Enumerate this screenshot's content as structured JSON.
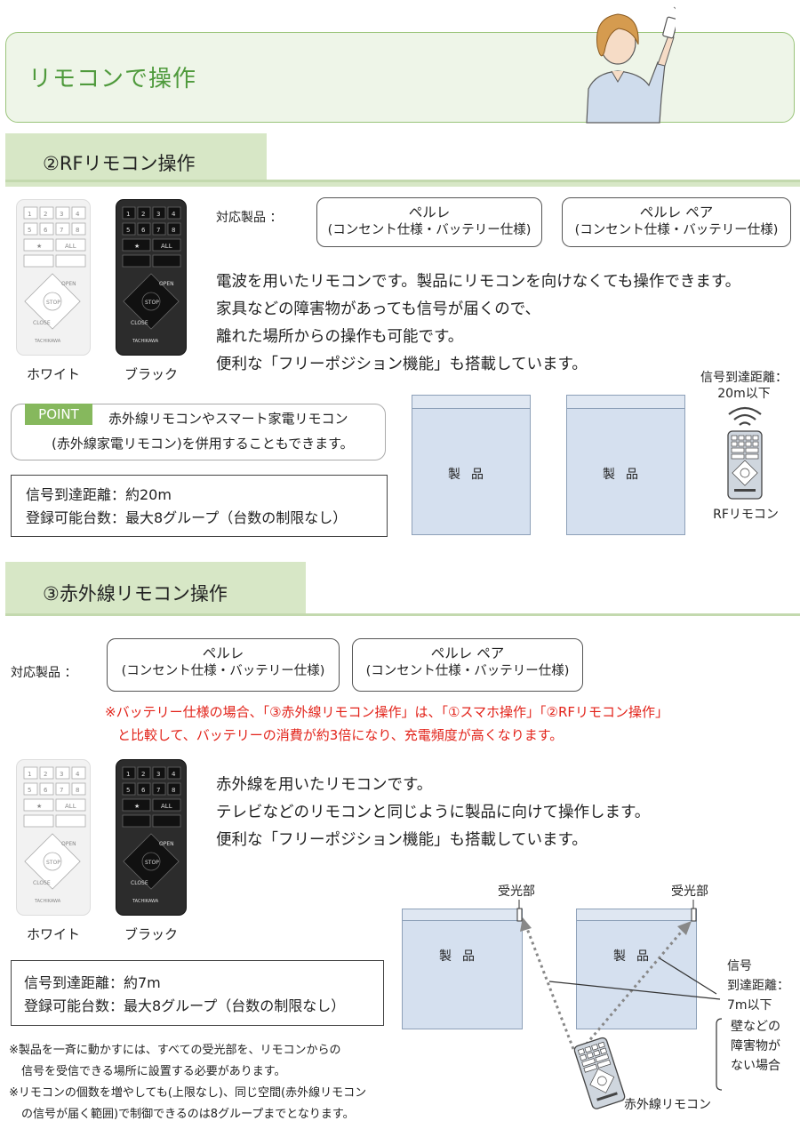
{
  "header": {
    "title": "リモコンで操作"
  },
  "section_rf": {
    "title": "②RFリモコン操作",
    "products_label": "対応製品 ：",
    "products": [
      {
        "name": "ペルレ",
        "spec": "(コンセント仕様・バッテリー仕様)"
      },
      {
        "name": "ペルレ ペア",
        "spec": "(コンセント仕様・バッテリー仕様)"
      }
    ],
    "description": [
      "電波を用いたリモコンです。製品にリモコンを向けなくても操作できます。",
      "家具などの障害物があっても信号が届くので、",
      "離れた場所からの操作も可能です。",
      "便利な「フリーポジション機能」も搭載しています。"
    ],
    "captions": {
      "white": "ホワイト",
      "black": "ブラック"
    },
    "point": {
      "tag": "POINT",
      "line1": "赤外線リモコンやスマート家電リモコン",
      "line2": "(赤外線家電リモコン)を併用することもできます。"
    },
    "spec": [
      "信号到達距離：約20m",
      "登録可能台数：最大8グループ（台数の制限なし）"
    ],
    "diagram": {
      "products": [
        "製品",
        "製品"
      ],
      "range_label": [
        "信号到達距離：",
        "20m以下"
      ],
      "remote_label": "RFリモコン"
    }
  },
  "section_ir": {
    "title": "③赤外線リモコン操作",
    "products_label": "対応製品 ：",
    "products": [
      {
        "name": "ペルレ",
        "spec": "(コンセント仕様・バッテリー仕様)"
      },
      {
        "name": "ペルレ ペア",
        "spec": "(コンセント仕様・バッテリー仕様)"
      }
    ],
    "warning": [
      "※バッテリー仕様の場合、「③赤外線リモコン操作」は、「①スマホ操作」「②RFリモコン操作」",
      "と比較して、バッテリーの消費が約3倍になり、充電頻度が高くなります。"
    ],
    "description": [
      "赤外線を用いたリモコンです。",
      "テレビなどのリモコンと同じように製品に向けて操作します。",
      "便利な「フリーポジション機能」も搭載しています。"
    ],
    "captions": {
      "white": "ホワイト",
      "black": "ブラック"
    },
    "spec": [
      "信号到達距離：約7m",
      "登録可能台数：最大8グループ（台数の制限なし）"
    ],
    "notes": [
      "※製品を一斉に動かすには、すべての受光部を、リモコンからの",
      "信号を受信できる場所に設置する必要があります。",
      "※リモコンの個数を増やしても(上限なし)、同じ空間(赤外線リモコン",
      "の信号が届く範囲)で制御できるのは8グループまでとなります。"
    ],
    "diagram": {
      "receiver": "受光部",
      "products": [
        "製品",
        "製品"
      ],
      "range_label": [
        "信号",
        "到達距離：",
        "7m以下"
      ],
      "obstacle_label": [
        "壁などの",
        "障害物が",
        "ない場合"
      ],
      "remote_label": "赤外線リモコン"
    }
  },
  "remote_buttons": {
    "numbers": [
      "1",
      "2",
      "3",
      "4",
      "5",
      "6",
      "7",
      "8"
    ],
    "star": "★",
    "all": "ALL",
    "open": "OPEN",
    "stop": "STOP",
    "close": "CLOSE",
    "brand": "TACHIKAWA"
  }
}
